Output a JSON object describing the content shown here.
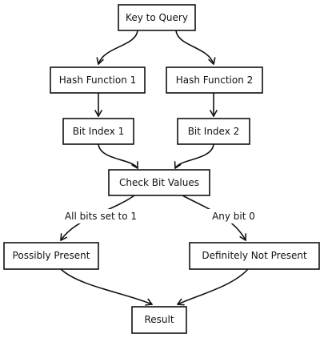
{
  "diagram": {
    "nodes": {
      "key": "Key to Query",
      "hash1": "Hash Function 1",
      "hash2": "Hash Function 2",
      "bit1": "Bit Index 1",
      "bit2": "Bit Index 2",
      "check": "Check Bit Values",
      "possible": "Possibly Present",
      "notpresent": "Definitely Not Present",
      "result": "Result"
    },
    "edge_labels": {
      "all_set": "All bits set to 1",
      "any_zero": "Any bit 0"
    }
  }
}
